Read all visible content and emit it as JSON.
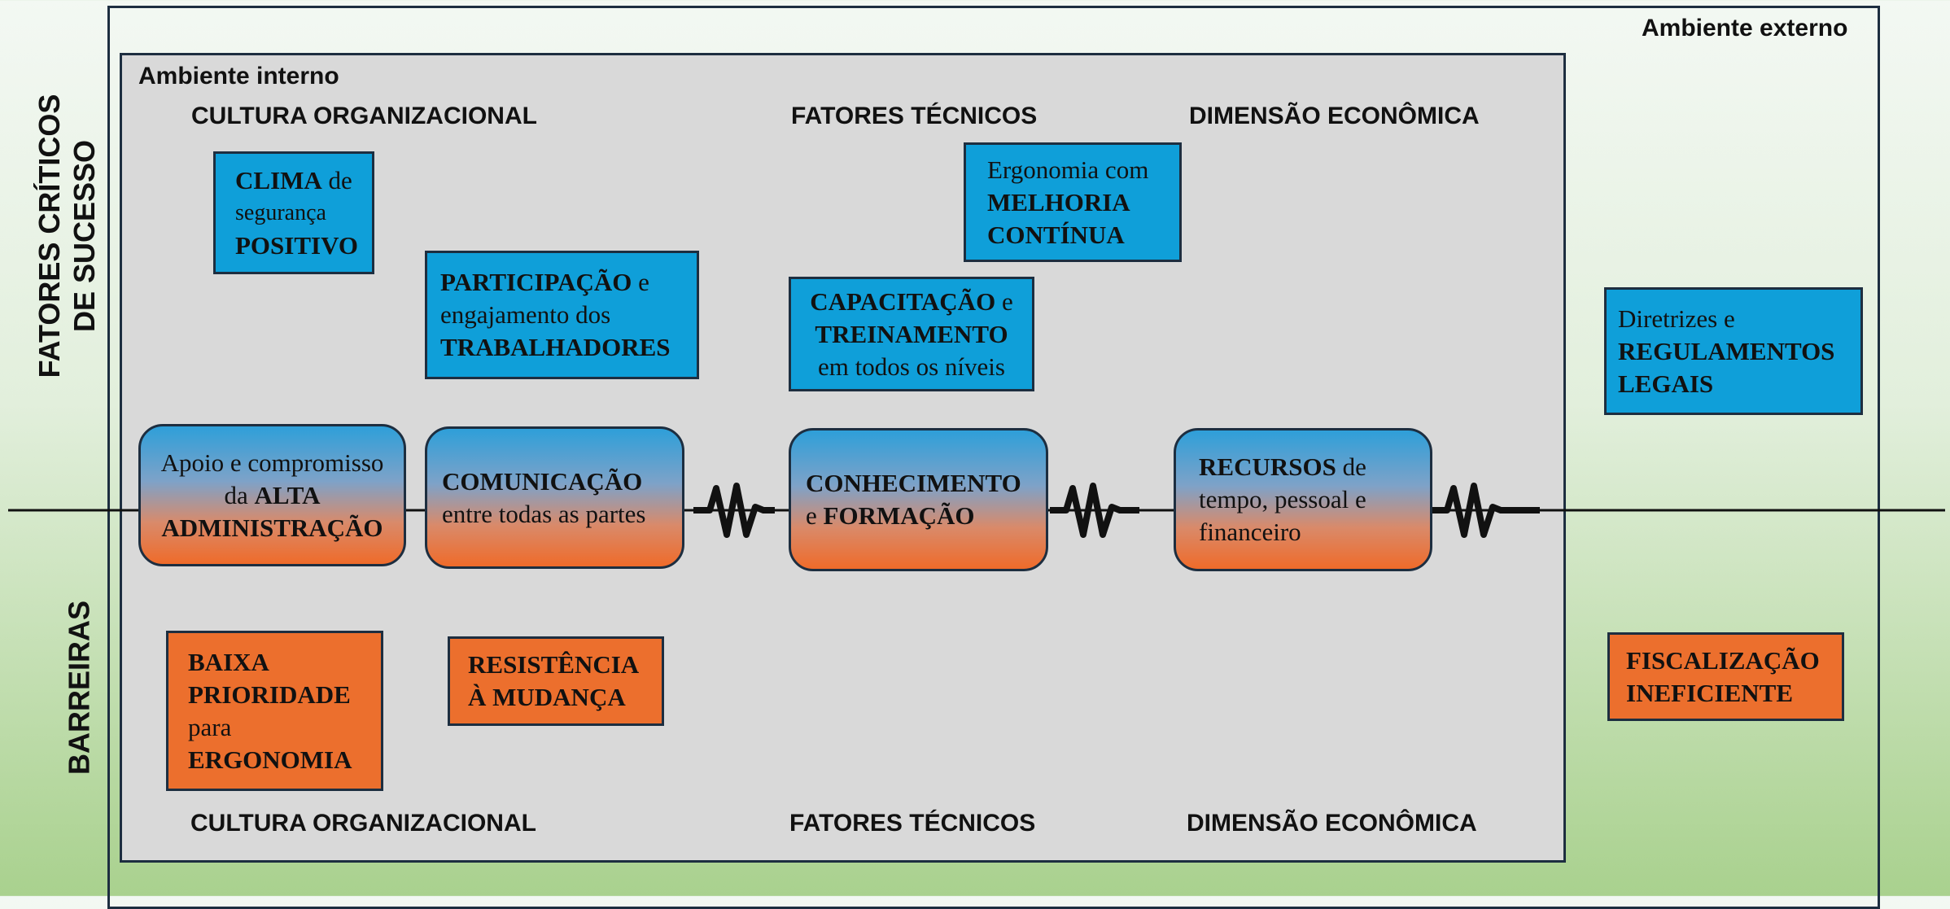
{
  "frames": {
    "outer_label": "Ambiente externo",
    "inner_label": "Ambiente interno"
  },
  "side_labels": {
    "top_line1": "FATORES CRÍTICOS",
    "top_line2": "DE SUCESSO",
    "bottom": "BARREIRAS"
  },
  "headers": {
    "top": [
      "CULTURA ORGANIZACIONAL",
      "FATORES TÉCNICOS",
      "DIMENSÃO ECONÔMICA"
    ],
    "bottom": [
      "CULTURA ORGANIZACIONAL",
      "FATORES TÉCNICOS",
      "DIMENSÃO ECONÔMICA"
    ]
  },
  "success_factors": {
    "clima": {
      "b1": "CLIMA",
      "t1": " de",
      "t2": "segurança",
      "b2": "POSITIVO"
    },
    "participacao": {
      "b1": "PARTICIPAÇÃO",
      "t1": " e",
      "t2": "engajamento dos",
      "b2": "TRABALHADORES"
    },
    "ergonomia": {
      "t1": "Ergonomia com",
      "b1": "MELHORIA",
      "b2": "CONTÍNUA"
    },
    "capacitacao": {
      "b1": "CAPACITAÇÃO",
      "t1": " e",
      "b2": "TREINAMENTO",
      "t2": "em todos os níveis"
    },
    "diretrizes": {
      "t1": "Diretrizes e",
      "b1": "REGULAMENTOS",
      "b2": "LEGAIS"
    }
  },
  "central": {
    "apoio": {
      "t1": "Apoio e compromisso",
      "t2": "da ",
      "b1": "ALTA",
      "b2": "ADMINISTRAÇÃO"
    },
    "comunicacao": {
      "b1": "COMUNICAÇÃO",
      "t1": "entre todas as partes"
    },
    "conhecimento": {
      "b1": "CONHECIMENTO",
      "t1": "e ",
      "b2": "FORMAÇÃO"
    },
    "recursos": {
      "b1": "RECURSOS",
      "t1": " de",
      "t2": "tempo, pessoal e",
      "t3": "financeiro"
    }
  },
  "barriers": {
    "baixa": {
      "b1": "BAIXA",
      "b2": "PRIORIDADE",
      "t1": "para",
      "b3": "ERGONOMIA"
    },
    "resistencia": {
      "b1": "RESISTÊNCIA",
      "b2": "À MUDANÇA"
    },
    "fiscalizacao": {
      "b1": "FISCALIZAÇÃO",
      "b2": "INEFICIENTE"
    }
  },
  "colors": {
    "success": "#0f9fd9",
    "barrier": "#ec6f2d",
    "inner_bg": "#d9d9d9",
    "border": "#1d2e40"
  }
}
